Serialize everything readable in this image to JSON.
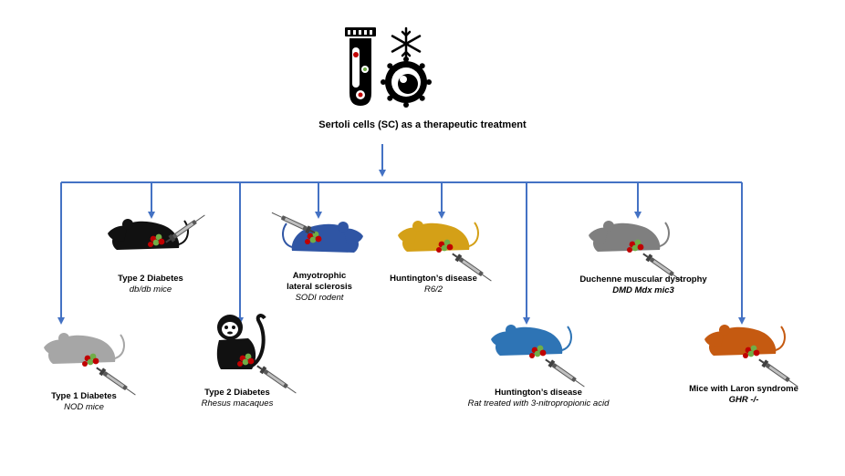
{
  "title": "Sertoli cells (SC) as a therapeutic treatment",
  "colors": {
    "arrow": "#4472C4",
    "black_animal": "#111111",
    "grey_animal": "#7f7f7f",
    "light_grey_animal": "#a6a6a6",
    "dark_blue_animal": "#2f55a4",
    "blue_animal": "#2e74b5",
    "gold_animal": "#d4a017",
    "orange_animal": "#c55a11",
    "cell_red": "#c00000",
    "cell_green": "#70ad47"
  },
  "header_icons": [
    "test-tube-icon",
    "snowflake-icon",
    "cell-icon"
  ],
  "models": [
    {
      "id": "t1d",
      "icon": "mouse-icon",
      "color": "light_grey_animal",
      "name_lines": [
        "Type 1 Diabetes"
      ],
      "subtitle": "NOD mice",
      "subtitle_bold": false
    },
    {
      "id": "t2d-mice",
      "icon": "mouse-icon",
      "color": "black_animal",
      "name_lines": [
        "Type 2 Diabetes"
      ],
      "subtitle": "db/db mice",
      "subtitle_bold": false
    },
    {
      "id": "t2d-macaques",
      "icon": "monkey-icon",
      "color": "black_animal",
      "name_lines": [
        "Type 2 Diabetes"
      ],
      "subtitle": "Rhesus macaques",
      "subtitle_bold": false
    },
    {
      "id": "als",
      "icon": "mouse-icon",
      "color": "dark_blue_animal",
      "name_lines": [
        "Amyotrophic",
        "lateral sclerosis"
      ],
      "subtitle": "SODI rodent",
      "subtitle_bold": false
    },
    {
      "id": "hd-r62",
      "icon": "mouse-icon",
      "color": "gold_animal",
      "name_lines": [
        "Huntington’s disease"
      ],
      "subtitle": "R6/2",
      "subtitle_bold": false
    },
    {
      "id": "hd-rat",
      "icon": "rat-icon",
      "color": "blue_animal",
      "name_lines": [
        "Huntington’s disease"
      ],
      "subtitle": "Rat treated with 3-nitropropionic acid",
      "subtitle_bold": false
    },
    {
      "id": "dmd",
      "icon": "mouse-icon",
      "color": "grey_animal",
      "name_lines": [
        "Duchenne muscular dystrophy"
      ],
      "subtitle": "DMD Mdx mic3",
      "subtitle_bold": true
    },
    {
      "id": "laron",
      "icon": "mouse-icon",
      "color": "orange_animal",
      "name_lines": [
        "Mice with Laron syndrome"
      ],
      "subtitle": "GHR -/-",
      "subtitle_bold": true
    }
  ]
}
